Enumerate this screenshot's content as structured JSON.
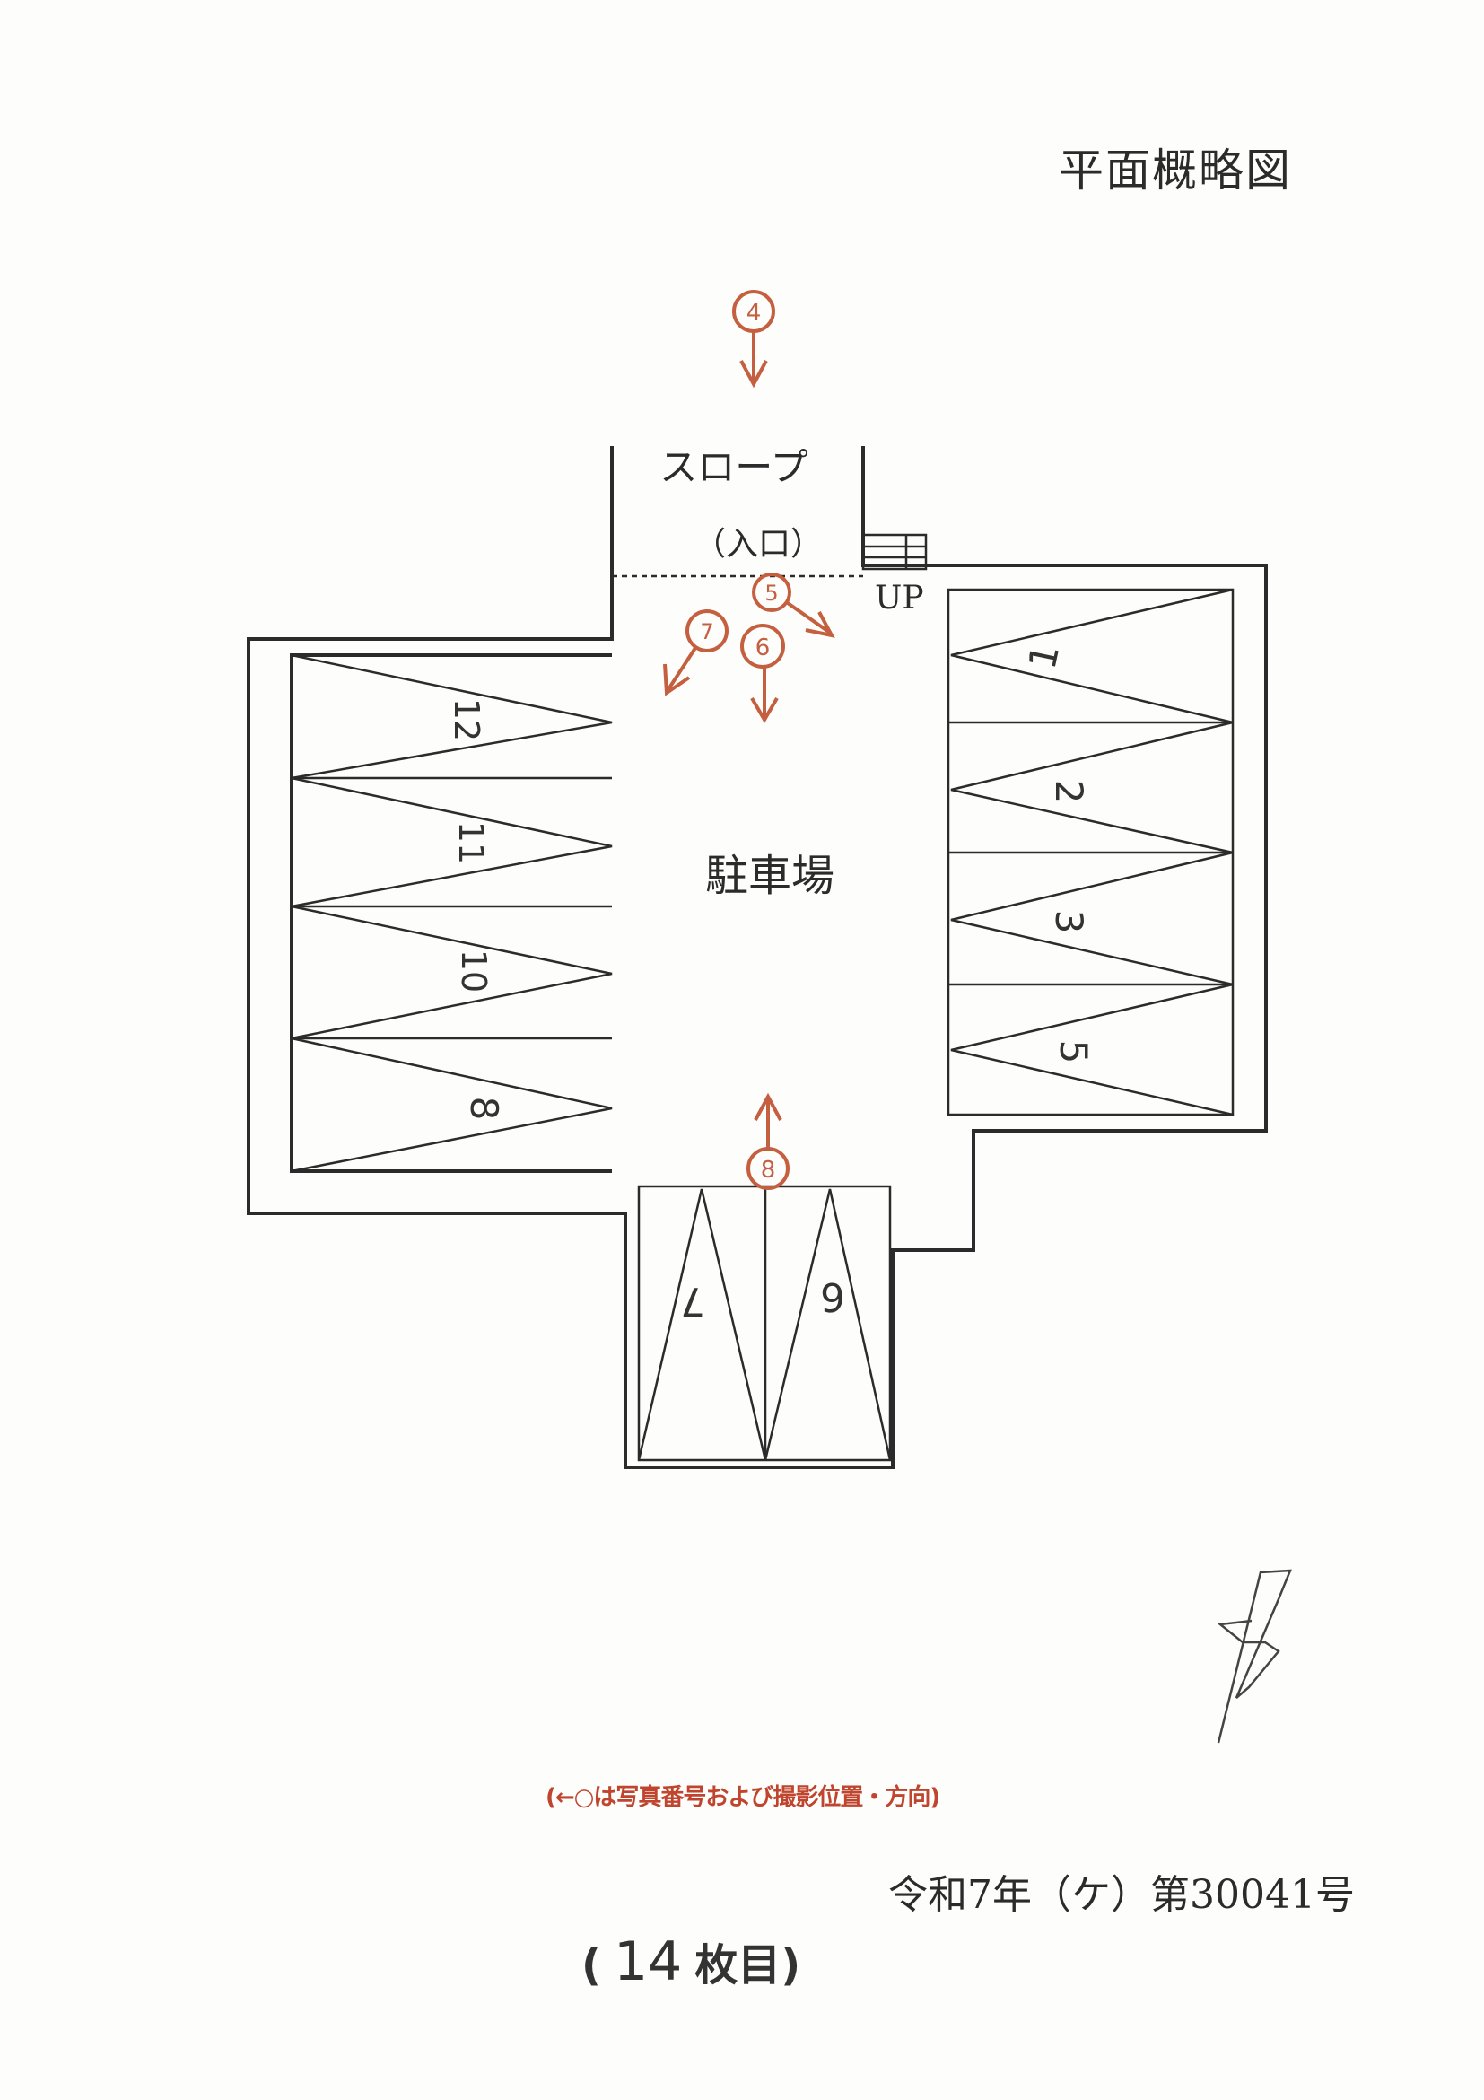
{
  "title": "平面概略図",
  "labels": {
    "slope": "スロープ",
    "entrance": "（入口）",
    "up": "UP",
    "parking_lot": "駐車場"
  },
  "spaces": {
    "s1": "1",
    "s2": "2",
    "s3": "3",
    "s5": "5",
    "s6": "6",
    "s7": "7",
    "s8": "8",
    "s10": "10",
    "s11": "11",
    "s12": "12"
  },
  "photo_markers": {
    "m4": "4",
    "m5": "5",
    "m6": "6",
    "m7": "7",
    "m8": "8"
  },
  "legend": "(←○は写真番号および撮影位置・方向)",
  "case_number": "令和7年（ケ）第30041号",
  "page": {
    "open": "(",
    "number": "14",
    "suffix": "枚目)"
  },
  "colors": {
    "marker": "#c46040",
    "line": "#2b2b2b",
    "paper": "#fdfdfb"
  }
}
